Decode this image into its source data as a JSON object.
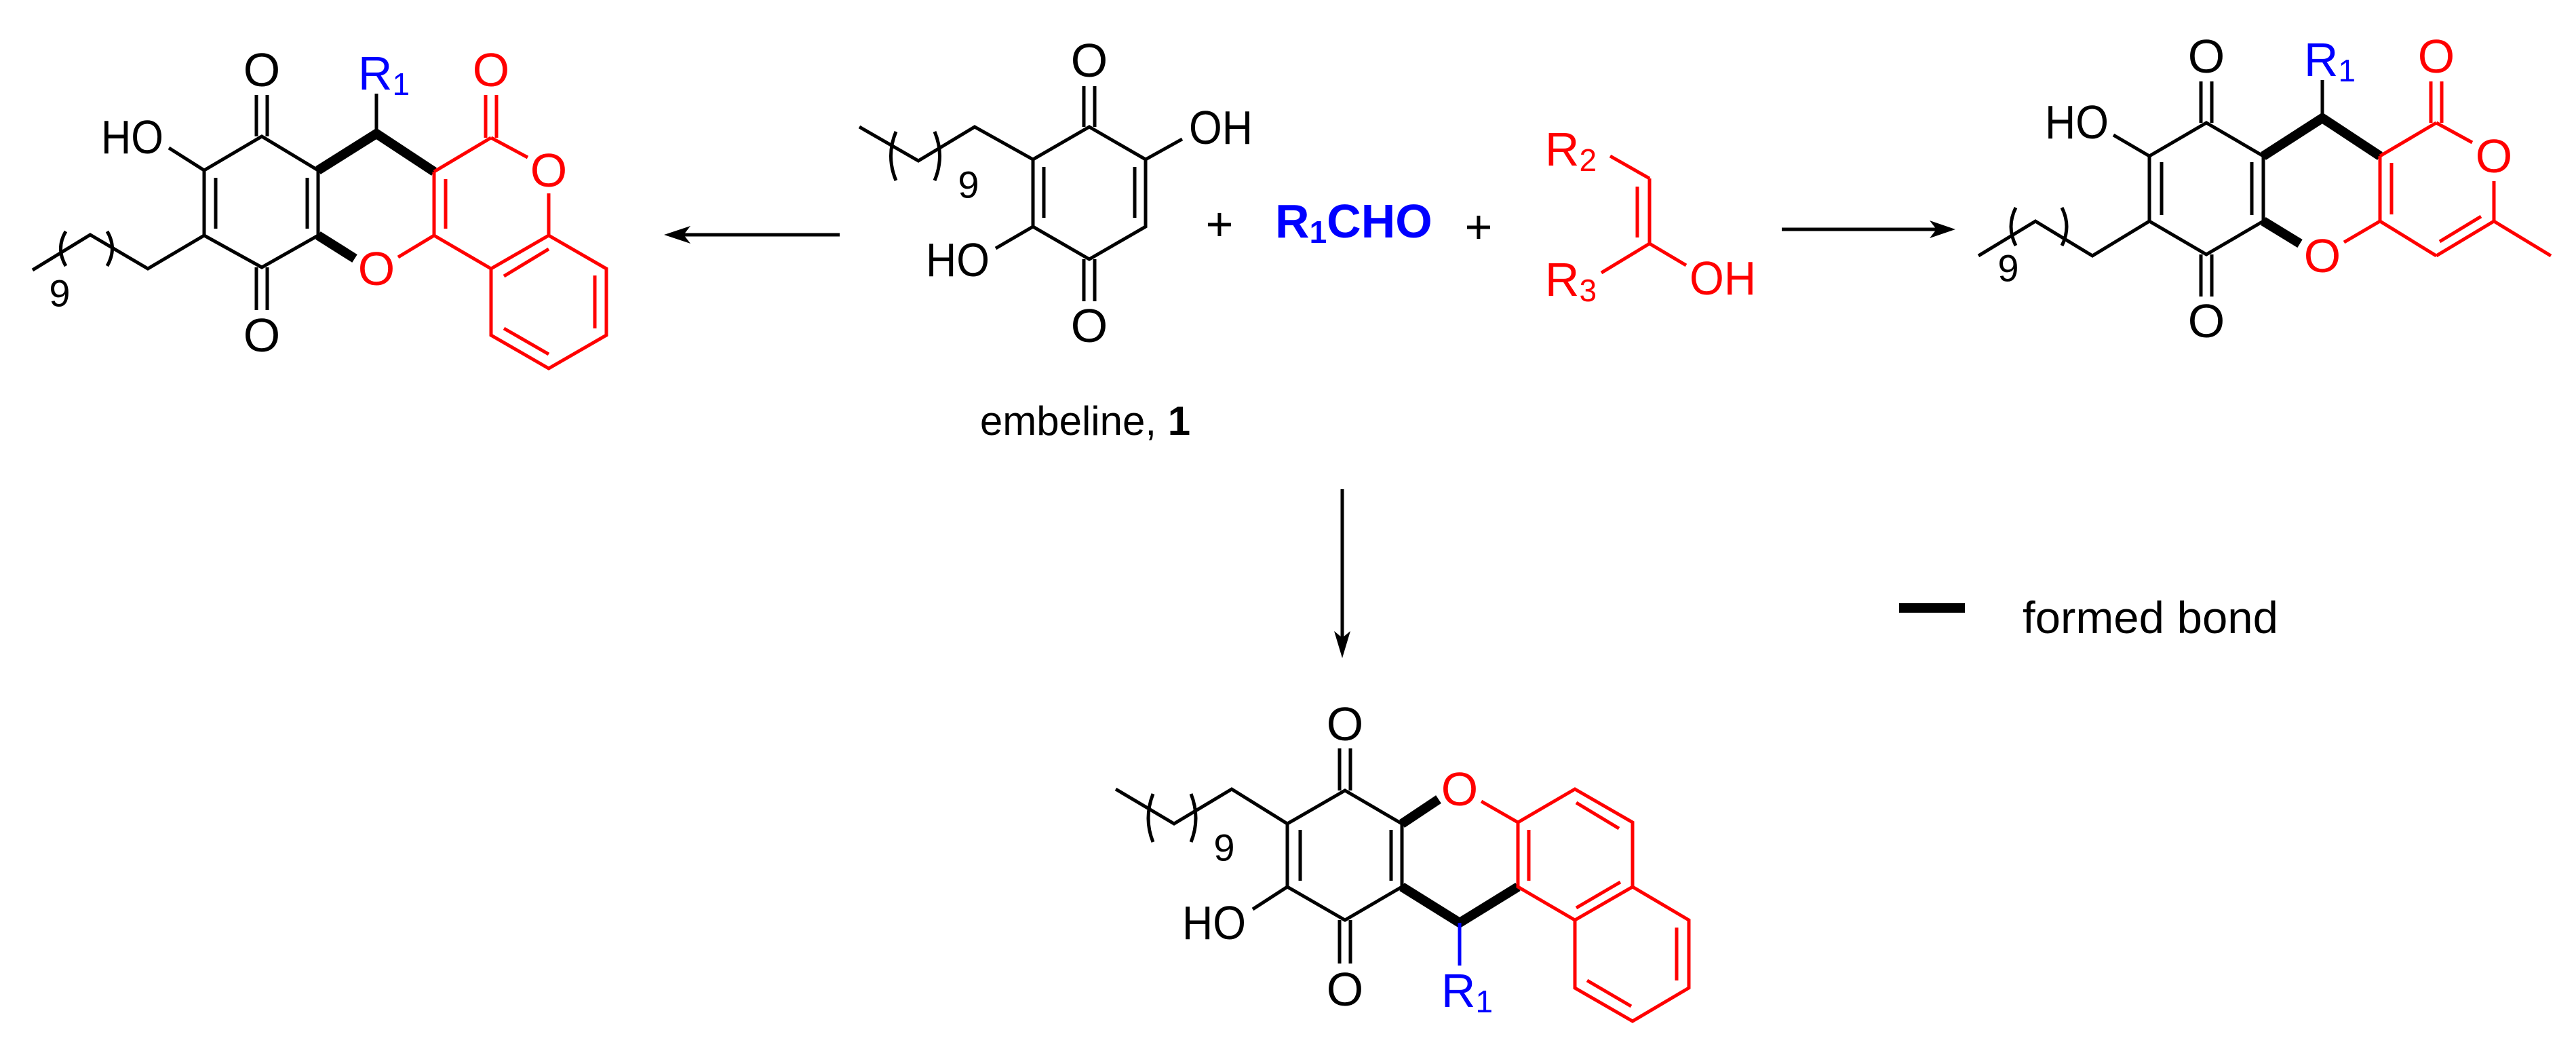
{
  "colors": {
    "bonds": "#000000",
    "enol_fragment": "#ff0000",
    "aldehyde_fragment": "#0000ff"
  },
  "left_product": {
    "ho": "HO",
    "o_quinone_top": "O",
    "o_quinone_bottom": "O",
    "o_pyran": "O",
    "o_carbonyl": "O",
    "o_lactone": "O",
    "r": "R",
    "r_sub": "1",
    "repeat": "9"
  },
  "reactants": {
    "embeline": {
      "o_top": "O",
      "o_bottom": "O",
      "oh": "OH",
      "ho": "HO",
      "repeat": "9",
      "name": "embeline, ",
      "number": "1"
    },
    "plus_1": "+",
    "aldehyde": {
      "r": "R",
      "r_sub": "1",
      "cho": "CHO"
    },
    "plus_2": "+",
    "enol": {
      "r2": "R",
      "r2_sub": "2",
      "r3": "R",
      "r3_sub": "3",
      "oh": "OH"
    }
  },
  "right_product": {
    "ho": "HO",
    "o_quinone_top": "O",
    "o_quinone_bottom": "O",
    "o_pyran": "O",
    "o_carbonyl": "O",
    "o_lactone": "O",
    "r": "R",
    "r_sub": "1",
    "repeat": "9"
  },
  "bottom_product": {
    "ho": "HO",
    "o_quinone_top": "O",
    "o_quinone_bottom": "O",
    "o_pyran": "O",
    "r": "R",
    "r_sub": "1",
    "repeat": "9"
  },
  "legend": {
    "label": "formed bond"
  }
}
